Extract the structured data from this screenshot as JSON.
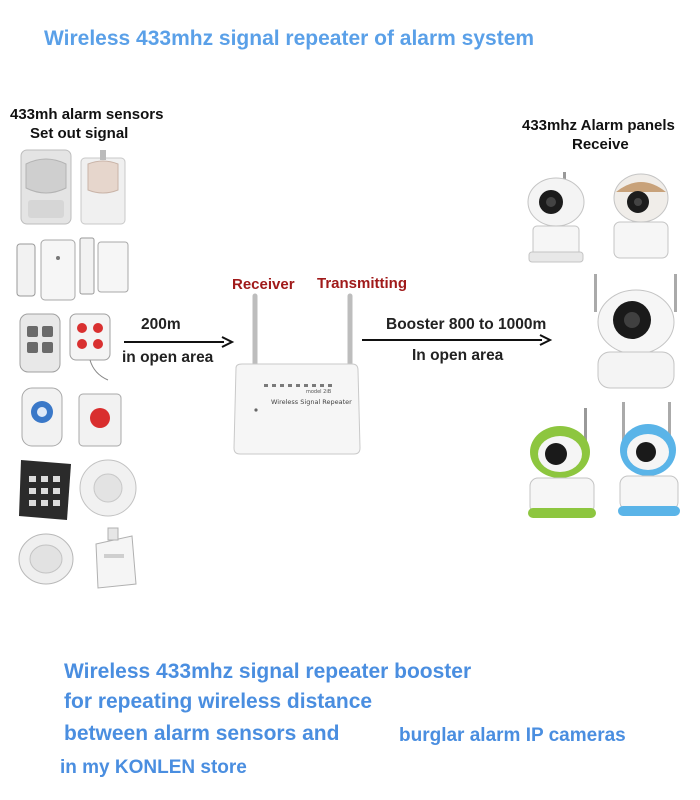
{
  "title": "Wireless 433mhz signal repeater of alarm system",
  "sensors": {
    "label_line1": "433mh alarm sensors",
    "label_line2": "Set out signal"
  },
  "panels": {
    "label_line1": "433mhz Alarm panels",
    "label_line2": "Receive"
  },
  "repeater": {
    "receiver_label": "Receiver",
    "transmitting_label": "Transmitting",
    "model_text": "model 2iB",
    "device_name": "Wireless Signal Repeater"
  },
  "left_link": {
    "distance": "200m",
    "note": "in open area"
  },
  "right_link": {
    "distance": "Booster 800 to 1000m",
    "note": "In open area"
  },
  "footer": {
    "line1": "Wireless 433mhz signal repeater booster",
    "line2": "for repeating  wireless distance",
    "line3a": "between alarm sensors and",
    "line3b": "burglar alarm IP cameras",
    "line4": "in my KONLEN store"
  },
  "colors": {
    "title": "#5aa0e8",
    "footer": "#4a8ee0",
    "red_label": "#a01a1a",
    "camera_green": "#8dc63f",
    "camera_blue": "#5ab4e8",
    "camera_gold": "#c8a27a"
  }
}
